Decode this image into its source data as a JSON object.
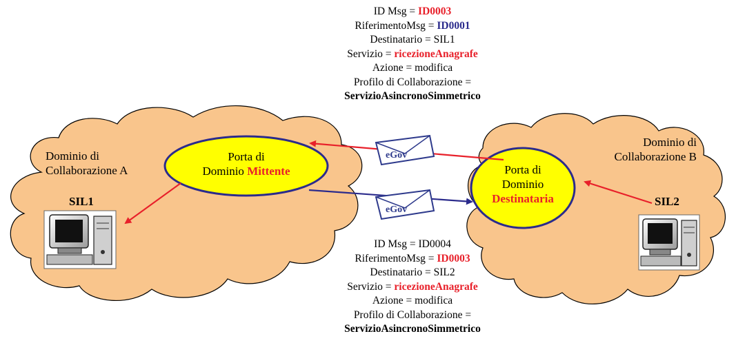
{
  "top_message": {
    "id_label": "ID Msg = ",
    "id_value": "ID0003",
    "ref_label": "RiferimentoMsg = ",
    "ref_value": "ID0001",
    "destinatario": "Destinatario = SIL1",
    "servizio_label": "Servizio = ",
    "servizio_value": "ricezioneAnagrafe",
    "azione": "Azione = modifica",
    "profilo_label": "Profilo di Collaborazione =",
    "profilo_value": "ServizioAsincronoSimmetrico"
  },
  "bottom_message": {
    "id_line": "ID Msg = ID0004",
    "ref_label": "RiferimentoMsg = ",
    "ref_value": "ID0003",
    "destinatario": "Destinatario = SIL2",
    "servizio_label": "Servizio = ",
    "servizio_value": "ricezioneAnagrafe",
    "azione": "Azione = modifica",
    "profilo_label": "Profilo di Collaborazione =",
    "profilo_value": "ServizioAsincronoSimmetrico"
  },
  "domain_a": {
    "line1": "Dominio di",
    "line2": "Collaborazione A"
  },
  "domain_b": {
    "line1": "Dominio di",
    "line2": "Collaborazione B"
  },
  "porta_mittente": {
    "line1": "Porta di",
    "line2_prefix": "Dominio ",
    "line2_highlight": "Mittente"
  },
  "porta_destinataria": {
    "line1": "Porta di",
    "line2": "Dominio",
    "line3": "Destinataria"
  },
  "sil1": "SIL1",
  "sil2": "SIL2",
  "envelope_top": "eGov",
  "envelope_bottom": "eGov",
  "colors": {
    "cloud": "#f9c58c",
    "porta_fill": "#ffff00",
    "porta_stroke": "#2b2b8c",
    "arrow_red": "#e8202a",
    "arrow_blue": "#2b2b8c",
    "highlight_red": "#e8202a",
    "highlight_blue": "#2b2b8c"
  }
}
